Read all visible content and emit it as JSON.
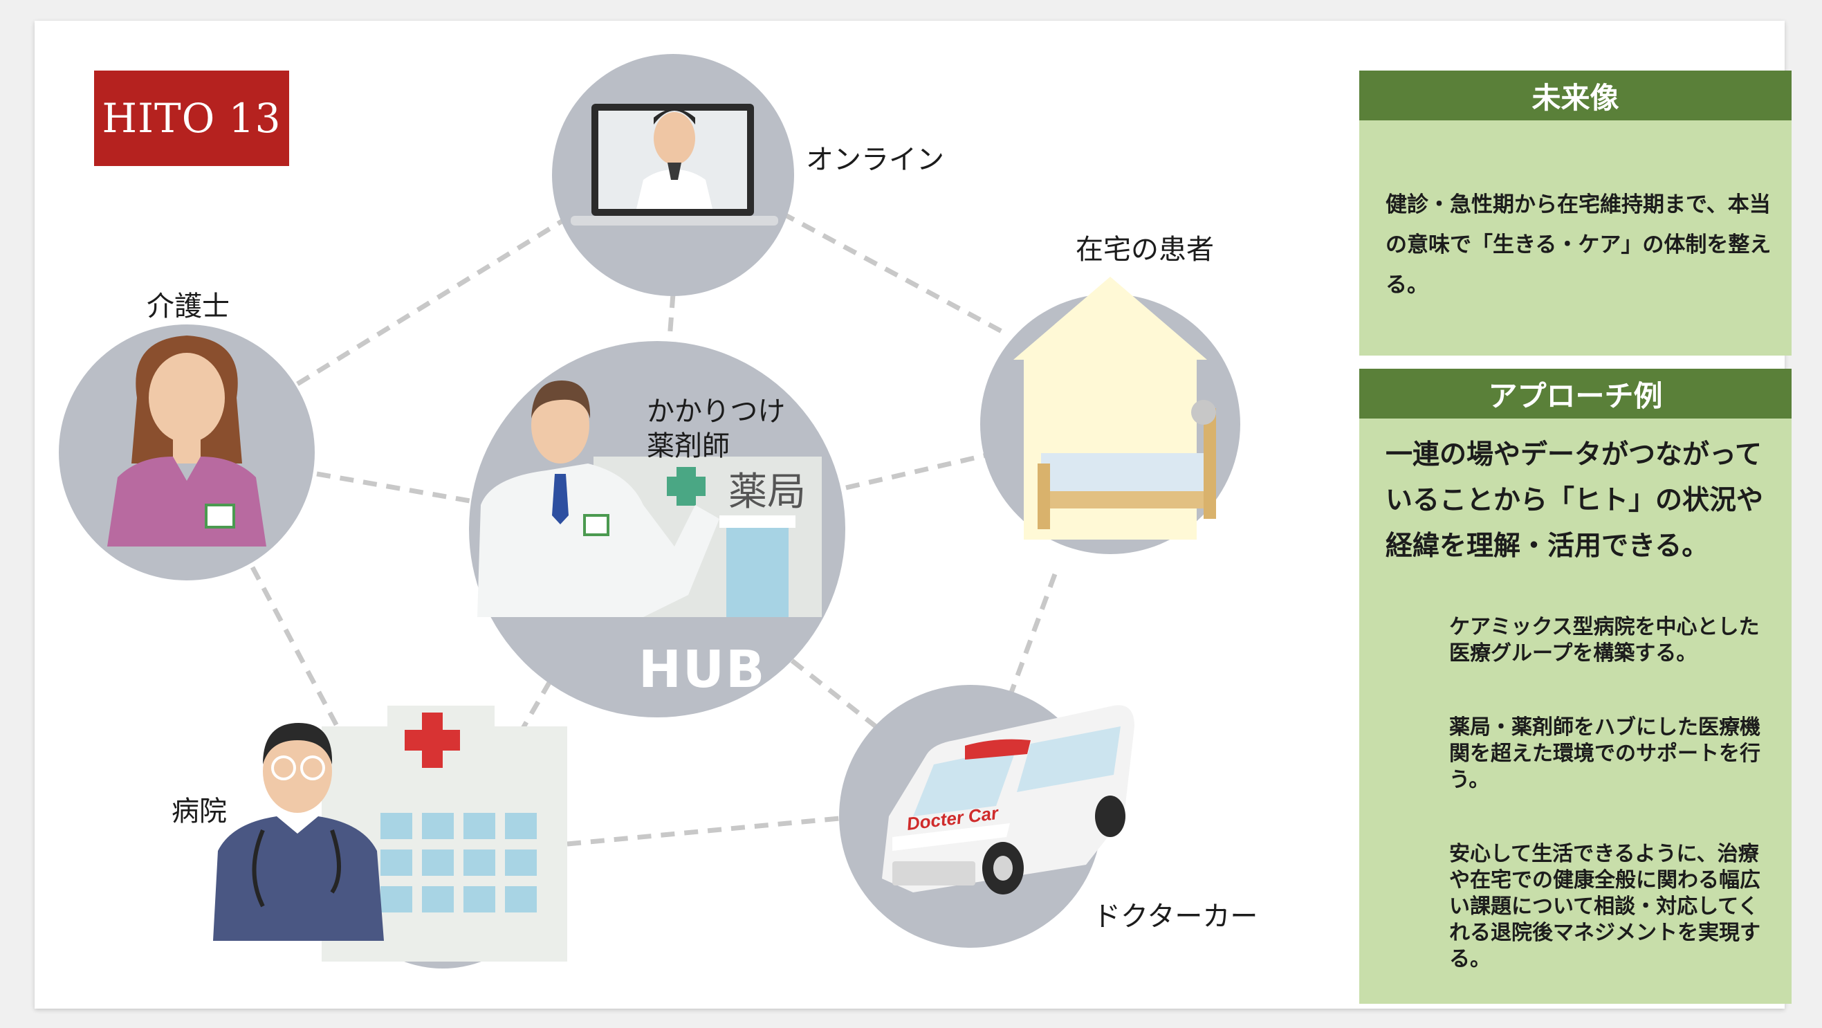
{
  "badge": "HITO 13",
  "nodes": {
    "hub": {
      "label_line1": "かかりつけ",
      "label_line2": "薬剤師",
      "hub_text": "HUB",
      "sign_text": "薬局"
    },
    "online": {
      "label": "オンライン"
    },
    "home_patient": {
      "label": "在宅の患者"
    },
    "care_worker": {
      "label": "介護士"
    },
    "hospital": {
      "label": "病院"
    },
    "doctor_car": {
      "label": "ドクターカー",
      "car_text": "Docter Car"
    }
  },
  "panels": {
    "future": {
      "title": "未来像",
      "body": "健診・急性期から在宅維持期まで、本当の意味で「生きる・ケア」の体制を整える。"
    },
    "approach": {
      "title": "アプローチ例",
      "lead": "一連の場やデータがつながっていることから「ヒト」の状況や経緯を理解・活用できる。",
      "items": [
        "ケアミックス型病院を中心とした医療グループを構築する。",
        "薬局・薬剤師をハブにした医療機関を超えた環境でのサポートを行う。",
        "安心して生活できるように、治療や在宅での健康全般に関わる幅広い課題について相談・対応してくれる退院後マネジメントを実現する。"
      ]
    }
  },
  "colors": {
    "badge": "#b5221f",
    "panel_header": "#5a8039",
    "panel_body": "#c8deaa",
    "node_circle": "#babec6",
    "connector": "#c8c8c8"
  }
}
